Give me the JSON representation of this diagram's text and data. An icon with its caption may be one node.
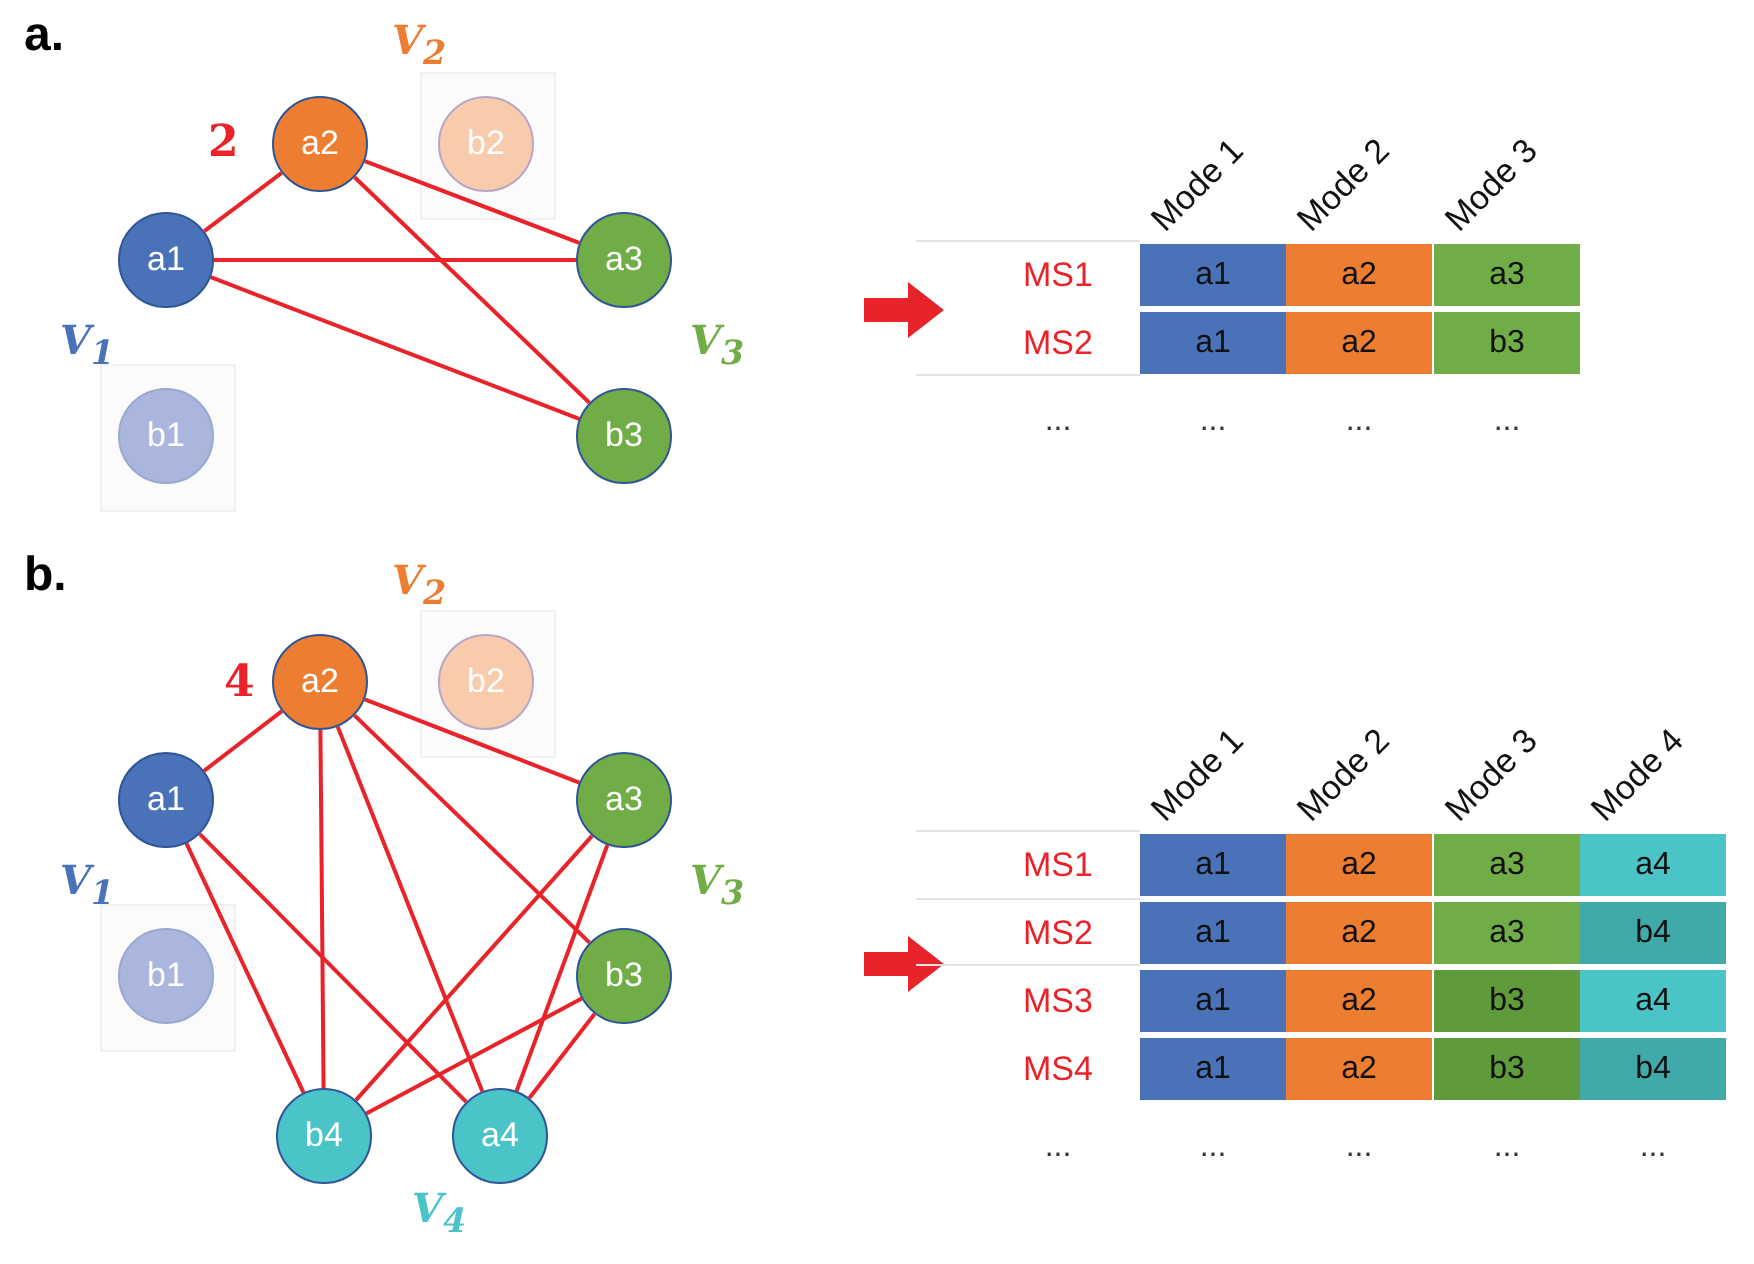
{
  "diagram": {
    "nodes": [
      {
        "text": [
          "a2"
        ]
      },
      {
        "text": [
          "b2"
        ]
      },
      {
        "text": [
          "a1"
        ]
      },
      {
        "text": [
          "a3"
        ]
      },
      {
        "text": [
          "b1"
        ]
      },
      {
        "text": [
          "b3"
        ]
      },
      {
        "text": [
          "a2"
        ]
      },
      {
        "text": [
          "b2"
        ]
      },
      {
        "text": [
          "a1"
        ]
      },
      {
        "text": [
          "a3"
        ]
      },
      {
        "text": [
          "b1"
        ]
      },
      {
        "text": [
          "b3"
        ]
      },
      {
        "text": [
          "b4"
        ]
      },
      {
        "text": [
          "a4"
        ]
      }
    ],
    "edges": [
      {
        "from": 2,
        "to": 0,
        "arrow": "none"
      },
      {
        "from": 2,
        "to": 3,
        "arrow": "none"
      },
      {
        "from": 0,
        "to": 3,
        "arrow": "none"
      },
      {
        "from": 0,
        "to": 5,
        "arrow": "none"
      },
      {
        "from": 2,
        "to": 5,
        "arrow": "none"
      },
      {
        "from": 8,
        "to": 6,
        "arrow": "none"
      },
      {
        "from": 6,
        "to": 9,
        "arrow": "none"
      },
      {
        "from": 6,
        "to": 12,
        "arrow": "none"
      },
      {
        "from": 6,
        "to": 13,
        "arrow": "none"
      },
      {
        "from": 6,
        "to": 11,
        "arrow": "none"
      },
      {
        "from": 8,
        "to": 12,
        "arrow": "none"
      },
      {
        "from": 8,
        "to": 13,
        "arrow": "none"
      },
      {
        "from": 9,
        "to": 12,
        "arrow": "none"
      },
      {
        "from": 9,
        "to": 13,
        "arrow": "none"
      },
      {
        "from": 11,
        "to": 12,
        "arrow": "none"
      },
      {
        "from": 11,
        "to": 13,
        "arrow": "none"
      }
    ],
    "labels": [
      "a.",
      "V$_{2}$",
      "2",
      "V$_{1}$",
      "V$_{3}$",
      "Mode 1",
      "Mode 2",
      "Mode 3",
      "MS1",
      "a1",
      "a2",
      "a3",
      "MS2",
      "a1",
      "a2",
      "b3",
      "...",
      "...",
      "...",
      "...",
      "b.",
      "V$_{2}$",
      "4",
      "V$_{1}$",
      "V$_{3}$",
      "Mode 1",
      "Mode 2",
      "Mode 3",
      "Mode 4",
      "MS1",
      "a1",
      "a2",
      "a3",
      "a4",
      "MS2",
      "a1",
      "a2",
      "a3",
      "b4",
      "MS3",
      "a1",
      "a2",
      "b3",
      "a4",
      "MS4",
      "a1",
      "a2",
      "b3",
      "b4",
      "...",
      "...",
      "...",
      "...",
      "...",
      "V$_{4}$"
    ]
  }
}
